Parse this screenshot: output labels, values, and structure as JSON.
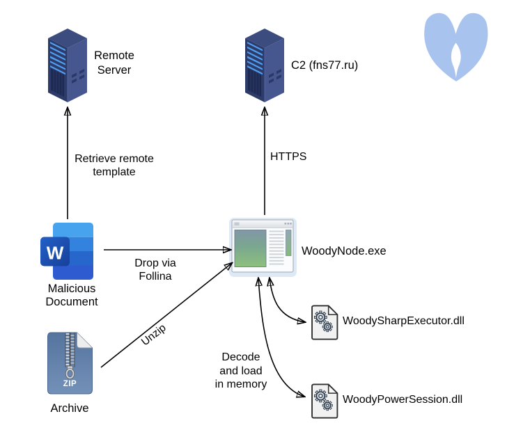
{
  "palette": {
    "bg": "#ffffff",
    "text": "#000000",
    "arrow": "#000000",
    "logo_blue": "#a9c3ef",
    "server_dark": "#2d3b69",
    "server_light": "#46568f",
    "server_top": "#3c4c7e",
    "server_stripe": "#4fa0f4",
    "word_band1": "#47a3ee",
    "word_band2": "#3282de",
    "word_band3": "#2767cb",
    "word_band4": "#2e5bd0",
    "zip_top": "#55749e",
    "zip_bottom": "#7391b8",
    "win_halo": "#dde9f6",
    "gear_fill": "#cdd8e3",
    "gear_stroke": "#2b3844"
  },
  "diagram": {
    "nodes": {
      "remote_server": {
        "label_lines": [
          "Remote",
          "Server"
        ]
      },
      "c2_server": {
        "label": "C2 (fns77.ru)"
      },
      "malicious_document": {
        "label_lines": [
          "Malicious",
          "Document"
        ],
        "icon_letter": "W"
      },
      "woodynode": {
        "label": "WoodyNode.exe"
      },
      "archive": {
        "label": "Archive",
        "icon_badge": "ZIP"
      },
      "dll_sharp_executor": {
        "label": "WoodySharpExecutor.dll"
      },
      "dll_power_session": {
        "label": "WoodyPowerSession.dll"
      }
    },
    "edges": {
      "retrieve_template": {
        "label_lines": [
          "Retrieve remote",
          "template"
        ]
      },
      "https": {
        "label": "HTTPS"
      },
      "drop_follina": {
        "label_lines": [
          "Drop via",
          "Follina"
        ]
      },
      "unzip": {
        "label": "Unzip"
      },
      "decode_load": {
        "label_lines": [
          "Decode",
          "and load",
          "in memory"
        ]
      }
    }
  }
}
